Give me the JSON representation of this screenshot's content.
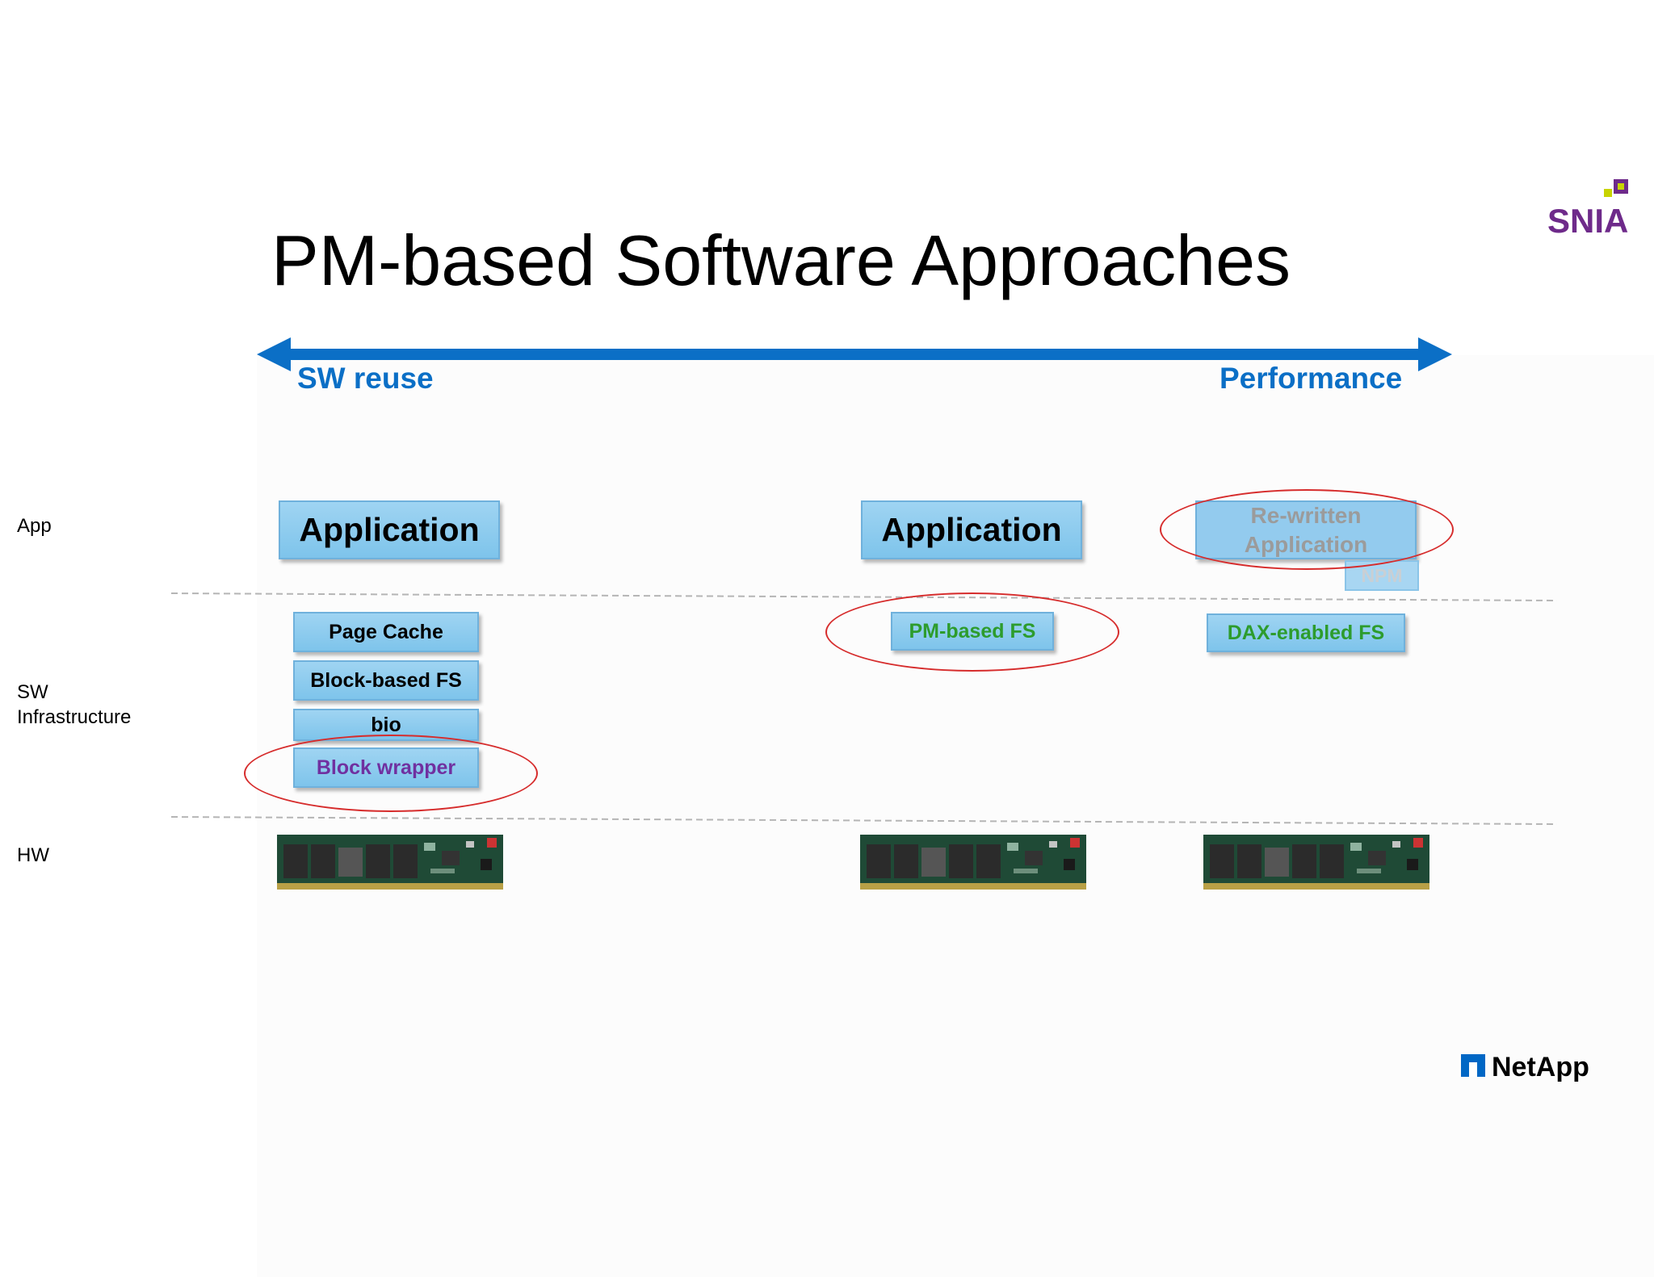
{
  "title": "PM-based Software Approaches",
  "axis": {
    "left_label": "SW reuse",
    "right_label": "Performance",
    "color": "#0b6fc6"
  },
  "rows": {
    "app": "App",
    "sw_line1": "SW",
    "sw_line2": "Infrastructure",
    "hw": "HW"
  },
  "columns": [
    {
      "application": "Application",
      "stack": [
        "Page Cache",
        "Block-based FS",
        "bio",
        "Block wrapper"
      ]
    },
    {
      "application": "Application",
      "stack": [
        "PM-based FS"
      ]
    },
    {
      "application_line1": "Re-written",
      "application_line2": "Application",
      "npm": "NPM",
      "stack": [
        "DAX-enabled FS"
      ]
    }
  ],
  "highlight_color": "#d62c2c",
  "logos": {
    "snia": "SNIA",
    "netapp": "NetApp"
  }
}
